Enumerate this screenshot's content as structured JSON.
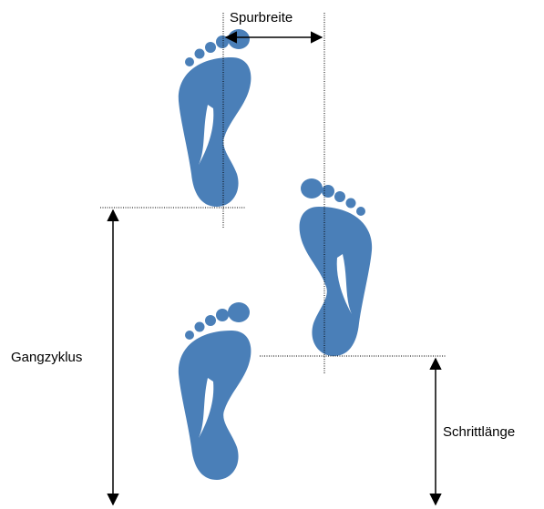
{
  "labels": {
    "track_width": "Spurbreite",
    "gait_cycle": "Gangzyklus",
    "step_length": "Schrittlänge"
  },
  "colors": {
    "foot": "#4a7fb8",
    "line": "#000000"
  }
}
